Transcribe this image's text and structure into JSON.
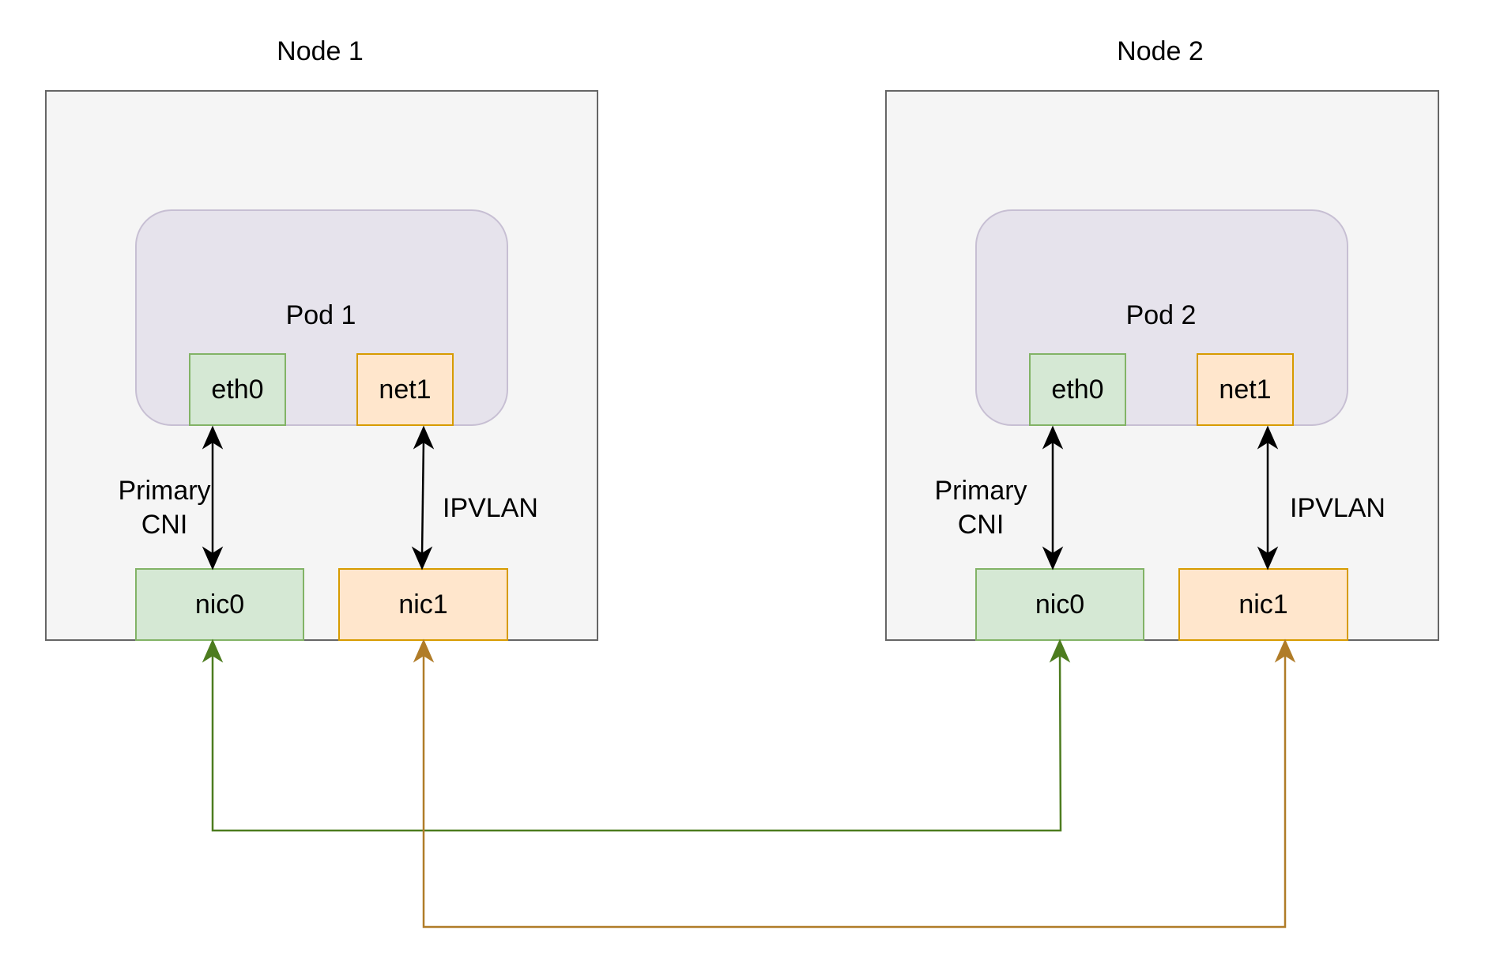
{
  "nodes": [
    {
      "title": "Node 1",
      "pod": {
        "title": "Pod 1",
        "interfaces": [
          "eth0",
          "net1"
        ]
      },
      "nics": [
        "nic0",
        "nic1"
      ],
      "links": {
        "primary": "Primary CNI",
        "secondary": "IPVLAN"
      }
    },
    {
      "title": "Node 2",
      "pod": {
        "title": "Pod 2",
        "interfaces": [
          "eth0",
          "net1"
        ]
      },
      "nics": [
        "nic0",
        "nic1"
      ],
      "links": {
        "primary": "Primary CNI",
        "secondary": "IPVLAN"
      }
    }
  ],
  "colors": {
    "node_fill": "#f5f5f5",
    "node_stroke": "#666666",
    "pod_fill": "#e6e3ec",
    "pod_stroke": "#c7bfd3",
    "green_fill": "#d5e8d4",
    "green_stroke": "#82b366",
    "orange_fill": "#ffe6cc",
    "orange_stroke": "#d79b00",
    "primary_wire": "#4d7c1f",
    "ipvlan_wire": "#b07c28",
    "internal_arrow": "#000000"
  }
}
